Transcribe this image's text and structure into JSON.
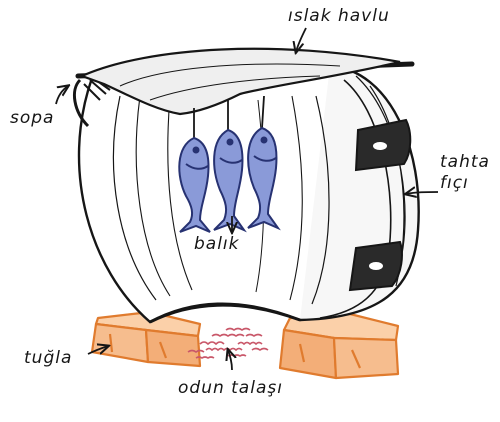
{
  "labels": {
    "towel": "ıslak havlu",
    "stick": "sopa",
    "barrel": "tahta\nfıçı",
    "fish": "balık",
    "brick": "tuğla",
    "sawdust": "odun talaşı"
  },
  "colors": {
    "ink": "#161616",
    "fish_fill": "#8a9ad8",
    "fish_stroke": "#273272",
    "brick_fill": "#f6bd8e",
    "brick_stroke": "#e07b2e",
    "sawdust": "#c9586a",
    "band": "#2a2a2a"
  }
}
